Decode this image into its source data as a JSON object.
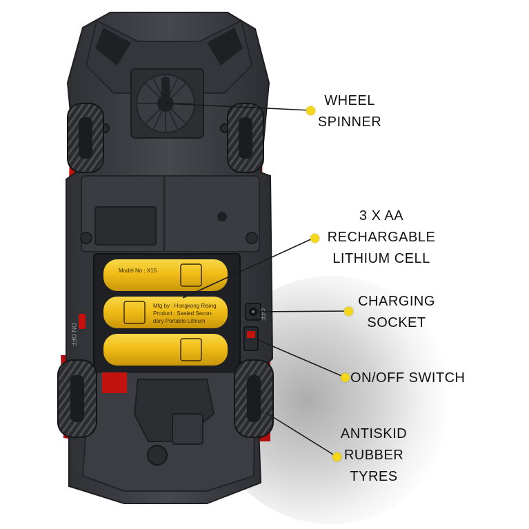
{
  "callouts": [
    {
      "id": "wheel-spinner",
      "label": "WHEEL\nSPINNER"
    },
    {
      "id": "battery-cells",
      "label": "3 X AA\nRECHARGABLE\nLITHIUM CELL"
    },
    {
      "id": "charging-socket",
      "label": "CHARGING\nSOCKET"
    },
    {
      "id": "on-off-switch",
      "label": "ON/OFF SWITCH"
    },
    {
      "id": "antiskid-tyres",
      "label": "ANTISKID\nRUBBER\nTYRES"
    }
  ],
  "battery_print": {
    "model": "Model No : X15",
    "product": "Product : Sealed Secon-",
    "product_line2": "dary Portable Lithium",
    "mfg": "Mfg by : Hongkong Rising"
  },
  "switch_labels": {
    "on": "ON",
    "off": "OFF",
    "off_right": "OFF"
  },
  "colors": {
    "dot": "#f3d71a",
    "battery": "#f2c21b",
    "body": "#3d3f44",
    "accent_red": "#c4120f"
  }
}
